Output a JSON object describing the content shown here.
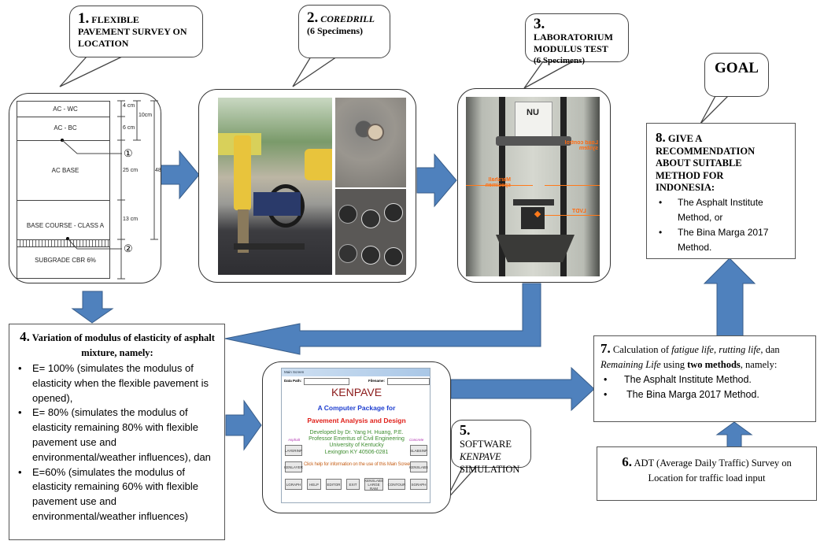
{
  "colors": {
    "arrow_fill": "#4f81bd",
    "arrow_stroke": "#385d8a",
    "kenpave_title": "#8b1a1a",
    "kenpave_blue": "#1f3fd0",
    "kenpave_red": "#e0201a",
    "kenpave_green": "#3c8c2e",
    "kenpave_orange": "#c8641e",
    "kenpave_purple": "#b030b0"
  },
  "step1": {
    "number": "1.",
    "title_line1": "FLEXIBLE",
    "title_line2": "PAVEMENT SURVEY ON",
    "title_line3": "LOCATION"
  },
  "pavement_section": {
    "layers": [
      "AC - WC",
      "AC - BC",
      "AC BASE",
      "BASE COURSE - CLASS A",
      "SUBGRADE CBR 6%"
    ],
    "thickness": [
      "4 cm",
      "6 cm",
      "25 cm",
      "13 cm"
    ],
    "combined_top": "10cm",
    "total": "48",
    "markers": [
      "①",
      "②"
    ]
  },
  "step2": {
    "number": "2.",
    "title": "COREDRILL",
    "subtitle": "(6 Specimens)"
  },
  "step3": {
    "number": "3.",
    "title_line1": "LABORATORIUM",
    "title_line2": "MODULUS TEST",
    "subtitle": "(6 Specimens)",
    "photo_labels": [
      "Load control system",
      "Marshall specimen",
      "LVDT"
    ],
    "machine_badge": "NU"
  },
  "goal": {
    "label": "GOAL"
  },
  "step8": {
    "number": "8.",
    "title_lines": [
      "GIVE A",
      "RECOMMENDATION",
      "ABOUT SUITABLE",
      "METHOD FOR",
      "INDONESIA:"
    ],
    "bullets": [
      "The Asphalt Institute Method, or",
      "The Bina Marga 2017 Method."
    ]
  },
  "step4": {
    "number": "4.",
    "title": "Variation of modulus of elasticity of asphalt mixture, namely:",
    "bullets": [
      "E= 100% (simulates the modulus of elasticity when the flexible pavement is opened),",
      "E= 80% (simulates the modulus of elasticity remaining 80% with flexible pavement use and environmental/weather influences), dan",
      " E=60% (simulates the modulus of elasticity remaining 60% with flexible pavement use and environmental/weather influences)"
    ]
  },
  "kenpave": {
    "window_title": "Main Screen",
    "data_path_label": "Data Path:",
    "filename_label": "Filename:",
    "title": "KENPAVE",
    "subtitle1": "A Computer Package for",
    "subtitle2": "Pavement Analysis and Design",
    "credits": [
      "Developed by Dr. Yang H. Huang, P.E.",
      "Professor Emeritus of Civil Engineering",
      "University of Kentucky",
      "Lexington KY 40506-0281"
    ],
    "help_text": "Click help for information on the use of this Main Screen.",
    "asphalt_label": "Asphalt",
    "concrete_label": "Concrete",
    "left_buttons": [
      "LAYERINP",
      "KENLAYER"
    ],
    "right_buttons": [
      "SLABSINP",
      "KENSLABS"
    ],
    "bottom_buttons": [
      "LGRAPH",
      "HELP",
      "EDITOR",
      "EXIT",
      "KENSLABS LARGE RAM",
      "CONTOUR",
      "SGRAPH"
    ]
  },
  "step5": {
    "number": "5.",
    "line1": "SOFTWARE",
    "line2": "KENPAVE",
    "line3": "SIMULATION"
  },
  "step7": {
    "number": "7.",
    "text_a": "Calculation of ",
    "fatigue": "fatigue life",
    "comma1": ", ",
    "rutting": "rutting life",
    "text_b": ", dan",
    "remaining": "Remaining Life",
    "text_c": " using ",
    "two_methods": "two methods",
    "text_d": ", namely:",
    "bullets": [
      "The Asphalt Institute Method.",
      "The Bina Marga 2017 Method."
    ]
  },
  "step6": {
    "number": "6.",
    "line1": "ADT (Average Daily Traffic) Survey on",
    "line2": "Location for traffic load input"
  }
}
